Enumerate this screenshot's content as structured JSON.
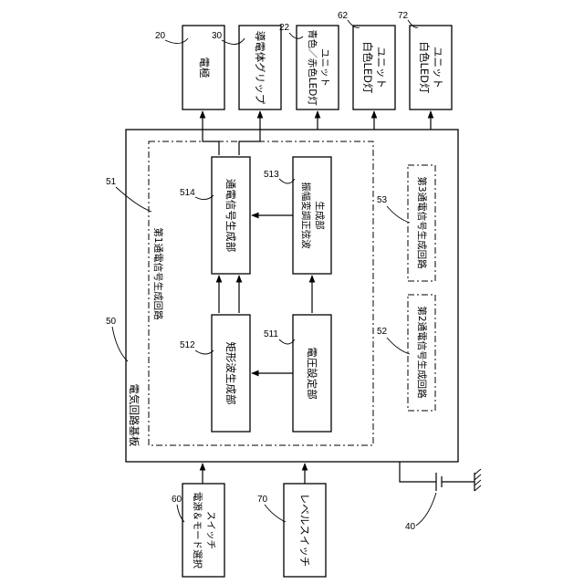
{
  "blocks": {
    "b20": "電極",
    "b30": "導電体グリップ",
    "b22_l1": "青色／赤色LED灯",
    "b22_l2": "ユニット",
    "b62_l1": "白色LED灯",
    "b62_l2": "ユニット",
    "b72_l1": "白色LED灯",
    "b72_l2": "ユニット",
    "b60_l1": "電源＆モード選択",
    "b60_l2": "スイッチ",
    "b70": "レベルスイッチ",
    "board": "電気回路基板",
    "c1": "第1通電信号生成回路",
    "c2": "第2通電信号生成回路",
    "c3": "第3通電信号生成回路",
    "b511": "電圧設定部",
    "b512": "矩形波生成部",
    "b513_l1": "振幅変調正弦波",
    "b513_l2": "生成部",
    "b514": "通電信号生成部"
  },
  "refs": {
    "r20": "20",
    "r30": "30",
    "r22": "22",
    "r62": "62",
    "r72": "72",
    "r51": "51",
    "r514": "514",
    "r513": "513",
    "r53": "53",
    "r50": "50",
    "r512": "512",
    "r511": "511",
    "r52": "52",
    "r60": "60",
    "r70": "70",
    "r40": "40"
  }
}
